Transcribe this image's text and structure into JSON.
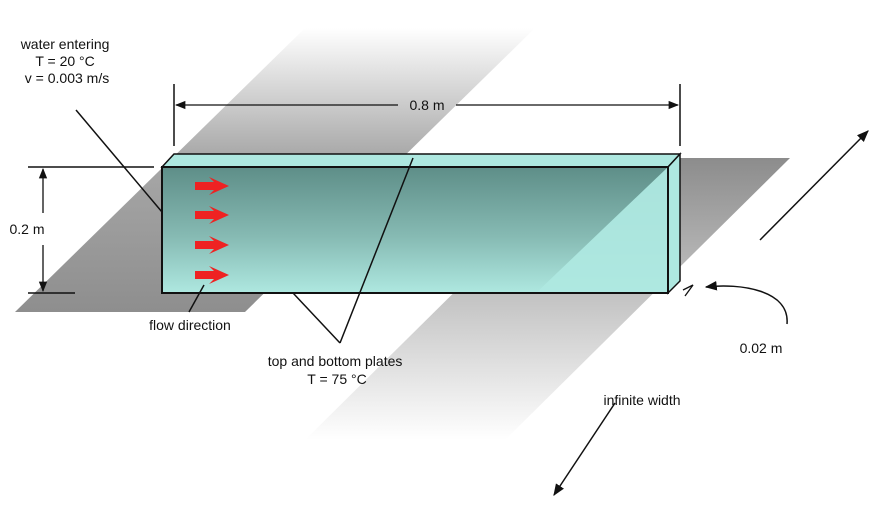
{
  "labels": {
    "water_entering": {
      "line1": "water entering",
      "line2": "T = 20 °C",
      "line3": "v = 0.003 m/s"
    },
    "length": "0.8 m",
    "height": "0.2 m",
    "flow_direction": "flow direction",
    "plates": {
      "line1": "top and bottom plates",
      "line2": "T = 75 °C"
    },
    "gap": "0.02 m",
    "width": "infinite width"
  },
  "colors": {
    "channel_fill": "#aee8e0",
    "arrow_red": "#ee2222",
    "plate_gray_dark": "#8e8e8e",
    "plate_gray_light": "#ffffff",
    "line": "#111111"
  }
}
